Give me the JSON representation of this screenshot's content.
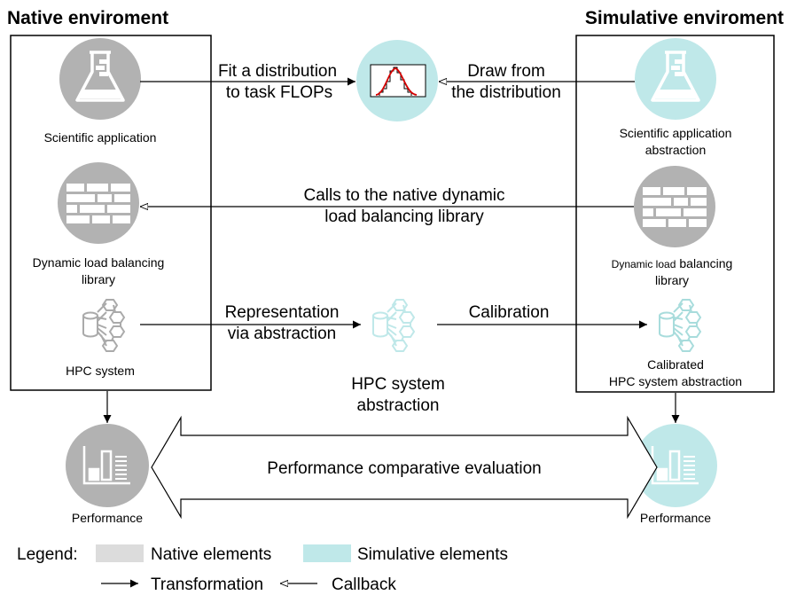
{
  "colors": {
    "native": "#b2b2b2",
    "simulative": "#bfe8e9",
    "legend_native": "#dcdcdc",
    "legend_simulative": "#bfe8e9",
    "line": "#000000"
  },
  "native": {
    "title": "Native enviroment",
    "app_label": "Scientific application",
    "dlb_label_1": "Dynamic load balancing",
    "dlb_label_2": "library",
    "hpc_label": "HPC system",
    "perf_label": "Performance"
  },
  "simulative": {
    "title": "Simulative enviroment",
    "app_label_1": "Scientific application",
    "app_label_2": "abstraction",
    "dlb_label_1a": "Dynamic load",
    "dlb_label_1b": "balancing",
    "dlb_label_2": "library",
    "hpc_label_1": "Calibrated",
    "hpc_label_2": "HPC system abstraction",
    "perf_label": "Performance"
  },
  "middle": {
    "fit_1": "Fit a distribution",
    "fit_2": "to task FLOPs",
    "draw_1": "Draw from",
    "draw_2": "the distribution",
    "calls_1": "Calls to the native dynamic",
    "calls_2": "load balancing library",
    "repr_1": "Representation",
    "repr_2": "via abstraction",
    "calibration": "Calibration",
    "hpc_abs_1": "HPC system",
    "hpc_abs_2": "abstraction",
    "perf_eval": "Performance comparative evaluation"
  },
  "legend": {
    "title": "Legend:",
    "native": "Native elements",
    "simulative": "Simulative elements",
    "transformation": "Transformation",
    "callback": "Callback"
  },
  "icons": [
    "flask-icon",
    "bricks-icon",
    "hpc-network-icon",
    "bar-chart-icon",
    "histogram-icon"
  ]
}
